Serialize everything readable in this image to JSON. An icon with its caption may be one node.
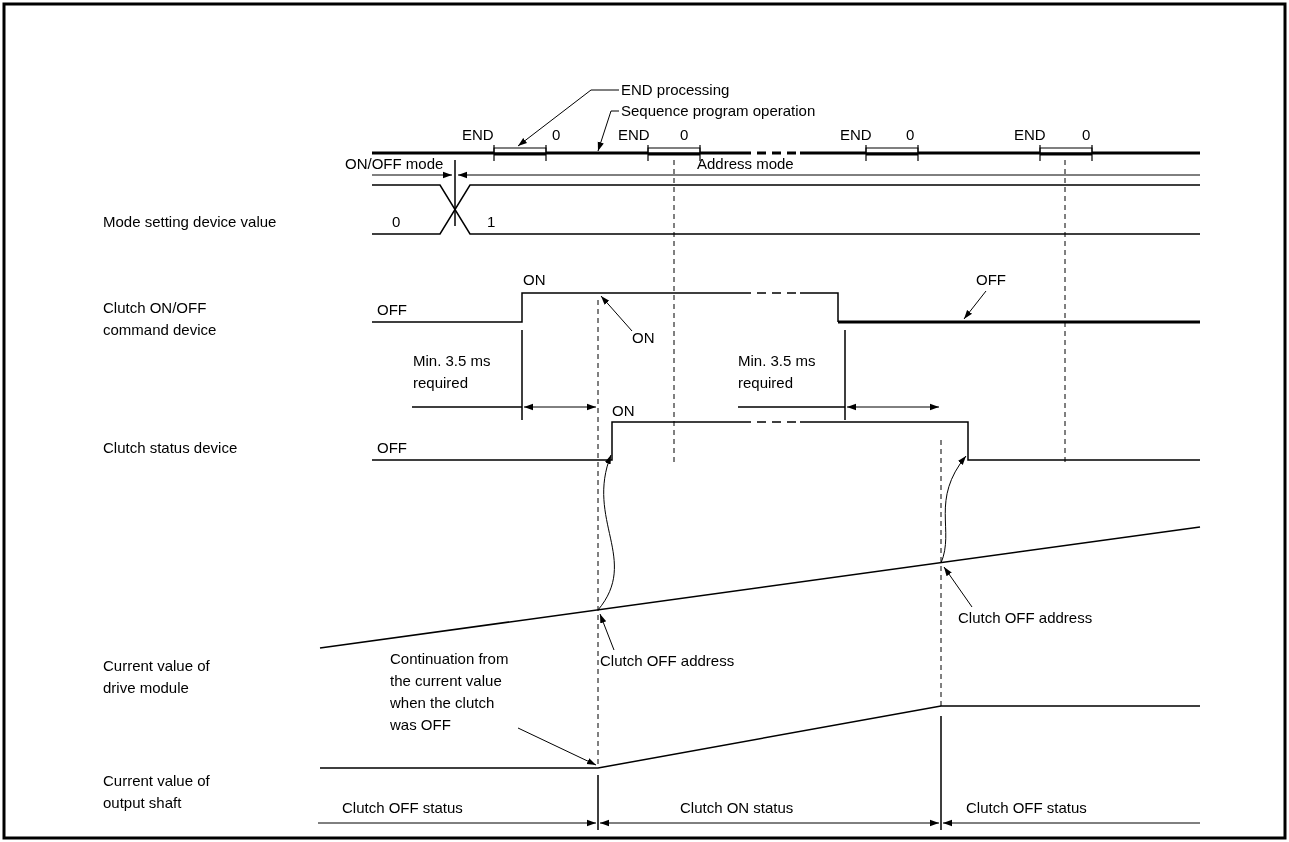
{
  "diagram": {
    "nodes": [
      {
        "text": [
          "END processing"
        ]
      },
      {
        "text": [
          "Sequence program operation"
        ]
      },
      {
        "text": [
          "ON"
        ]
      },
      {
        "text": [
          "OFF"
        ]
      },
      {
        "text": [
          "Clutch OFF address"
        ]
      },
      {
        "text": [
          "Clutch OFF address"
        ]
      },
      {
        "text": [
          "Continuation from the current value when the clutch was OFF"
        ]
      }
    ],
    "edges": [
      {
        "from": 0,
        "to": null,
        "arrow": "to"
      },
      {
        "from": 1,
        "to": null,
        "arrow": "to"
      },
      {
        "from": 2,
        "to": null,
        "arrow": "to"
      },
      {
        "from": 3,
        "to": null,
        "arrow": "to"
      },
      {
        "from": 4,
        "to": null,
        "arrow": "to"
      },
      {
        "from": 5,
        "to": null,
        "arrow": "to"
      },
      {
        "from": 6,
        "to": null,
        "arrow": "to"
      }
    ],
    "labels": [
      "END",
      "0",
      "END",
      "0",
      "END",
      "0",
      "END",
      "0",
      "ON/OFF mode",
      "Address mode",
      "Mode setting device value",
      "0",
      "1",
      "ON",
      "OFF",
      "Clutch ON/OFF command device",
      "Min. 3.5 ms required",
      "Min. 3.5 ms required",
      "ON",
      "Clutch status device",
      "OFF",
      "Current value of drive module",
      "Current value of output shaft",
      "Clutch OFF status",
      "Clutch ON status",
      "Clutch OFF status"
    ]
  }
}
